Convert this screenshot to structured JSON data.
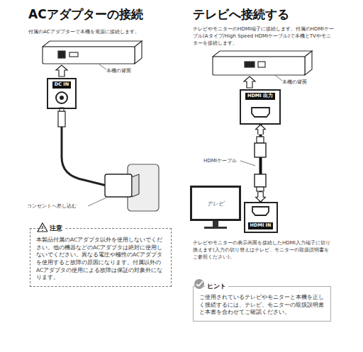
{
  "diagram": {
    "nodes": [
      {
        "text": [
          "注意",
          "本製品付属のACアダプタ以外を使用しないでください。他の機器などのACアダプタは絶対に使用しないでください。異なる電圧や極性のACアダプタを使用すると故障の原因になります。付属以外のACアダプタの使用による故障は保証の対象外になります。"
        ]
      },
      {
        "text": [
          "DC IN"
        ]
      },
      {
        "text": [
          "HDMI 出力"
        ]
      },
      {
        "text": [
          "テレビ"
        ]
      },
      {
        "text": [
          "HDMI IN"
        ]
      },
      {
        "text": [
          "ヒント",
          "ご使用されているテレビやモニターと本機を正しく接続するには、テレビ、モニターの取扱説明書と本書を合わせてご確認ください。"
        ]
      }
    ],
    "edges": [
      {
        "from": 2,
        "to": 4,
        "arrow": "both"
      }
    ],
    "labels": [
      "ACアダプターの接続",
      "付属のACアダプターで本機を電源に接続します。",
      "本機の背面",
      "コンセントへ差し込む",
      "テレビへ接続する",
      "テレビやモニターのHDMI端子に接続します。付属のHDMIケーブル(Aタイプ/High Speed HDMIケーブル)で本機とTVやモニターを接続します。",
      "本機の背面",
      "HDMIケーブル",
      "テレビやモニターの表示画面を接続したHDMI入力端子に切り換えます(入力の切り替えはテレビ、モニターの取扱説明書をご参照ください)。"
    ]
  }
}
